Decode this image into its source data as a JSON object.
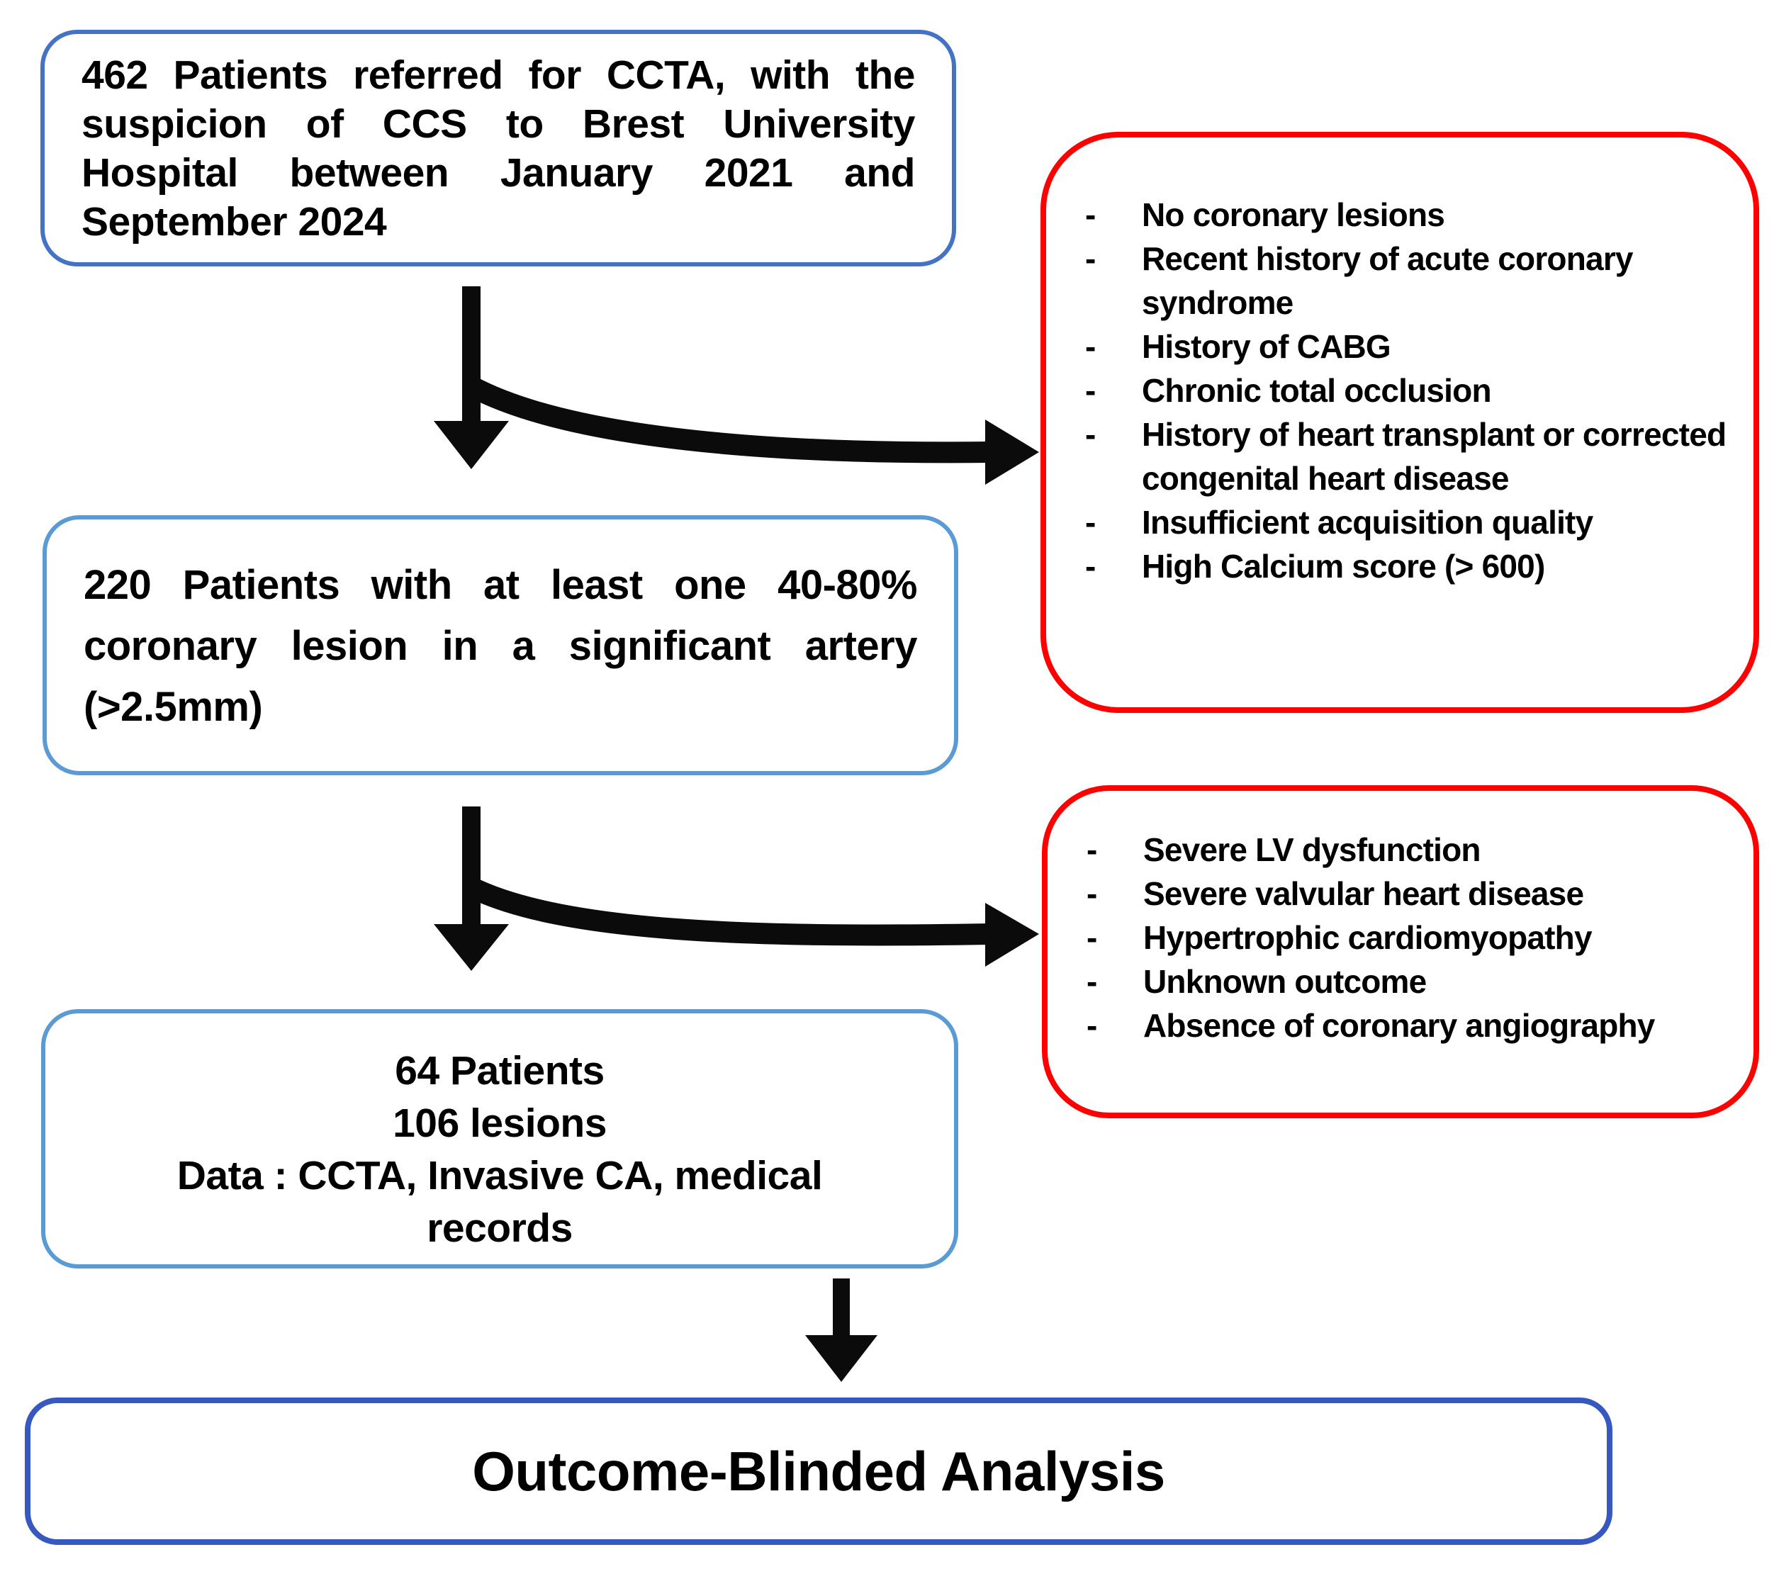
{
  "glyphs": {
    "dash": "-"
  },
  "colors": {
    "box-blue-1": "#4472C4",
    "box-blue-2": "#5B9BD5",
    "box-blue-3": "#5B9BD5",
    "box-blue-final": "#3758BE",
    "box-red": "#FF0000",
    "arrow": "#0b0b0b",
    "text": "#000000",
    "background": "#FFFFFF"
  },
  "flow": {
    "box1": {
      "text": "462 Patients referred for CCTA, with the suspicion of CCS to Brest University Hospital between January 2021 and September 2024"
    },
    "exclusion1": {
      "items": [
        "No coronary lesions",
        "Recent history of acute coronary syndrome",
        "History of CABG",
        "Chronic total occlusion",
        "History of heart transplant or corrected congenital heart disease",
        "Insufficient acquisition quality",
        "High Calcium score (> 600)"
      ]
    },
    "box2": {
      "text": "220 Patients with at least one 40-80% coronary lesion in a significant artery (>2.5mm)"
    },
    "exclusion2": {
      "items": [
        "Severe LV dysfunction",
        "Severe valvular heart disease",
        "Hypertrophic cardiomyopathy",
        "Unknown outcome",
        "Absence of coronary angiography"
      ]
    },
    "box3": {
      "lines": [
        "64 Patients",
        "106 lesions",
        "Data : CCTA, Invasive CA, medical records"
      ]
    },
    "final": {
      "text": "Outcome-Blinded Analysis"
    }
  }
}
